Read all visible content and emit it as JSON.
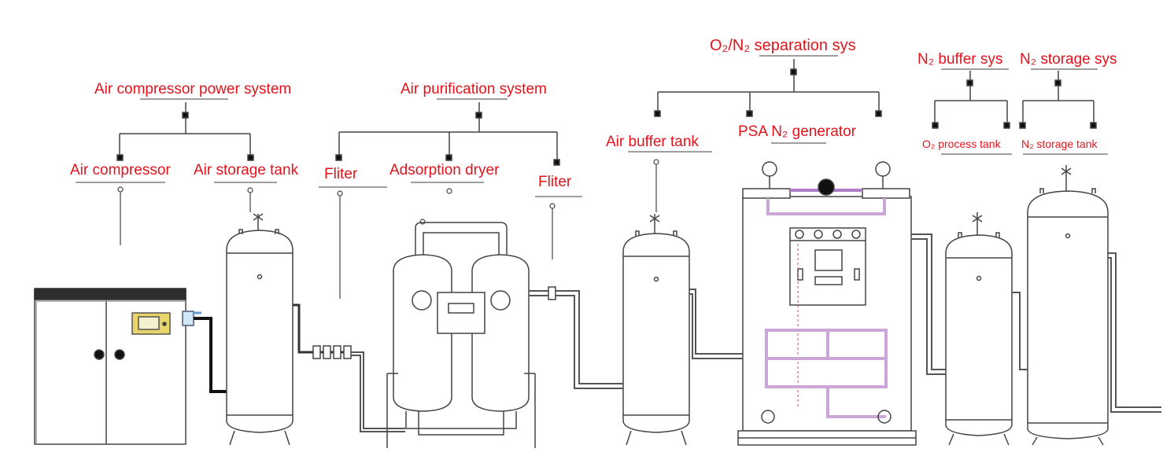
{
  "colors": {
    "label": "#e3121b",
    "line": "#444444",
    "pipe_highlight": "#c9a6d6",
    "screen": "#e8d56a",
    "cabinet_top": "#2e2e2e"
  },
  "labels": {
    "air_compressor_power_system": "Air compressor power system",
    "air_compressor": "Air compressor",
    "air_storage_tank": "Air storage tank",
    "air_purification_system": "Air purification system",
    "fliter_1": "Fliter",
    "adsorption_dryer": "Adsorption dryer",
    "fliter_2": "Fliter",
    "o2_n2_separation_sys": "O₂/N₂ separation sys",
    "air_buffer_tank": "Air buffer tank",
    "psa_n2_generator": "PSA N₂ generator",
    "n2_buffer_sys": "N₂ buffer sys",
    "n2_storage_sys": "N₂ storage sys",
    "o2_process_tank": "O₂ process tank",
    "n2_storage_tank": "N₂ storage tank"
  }
}
